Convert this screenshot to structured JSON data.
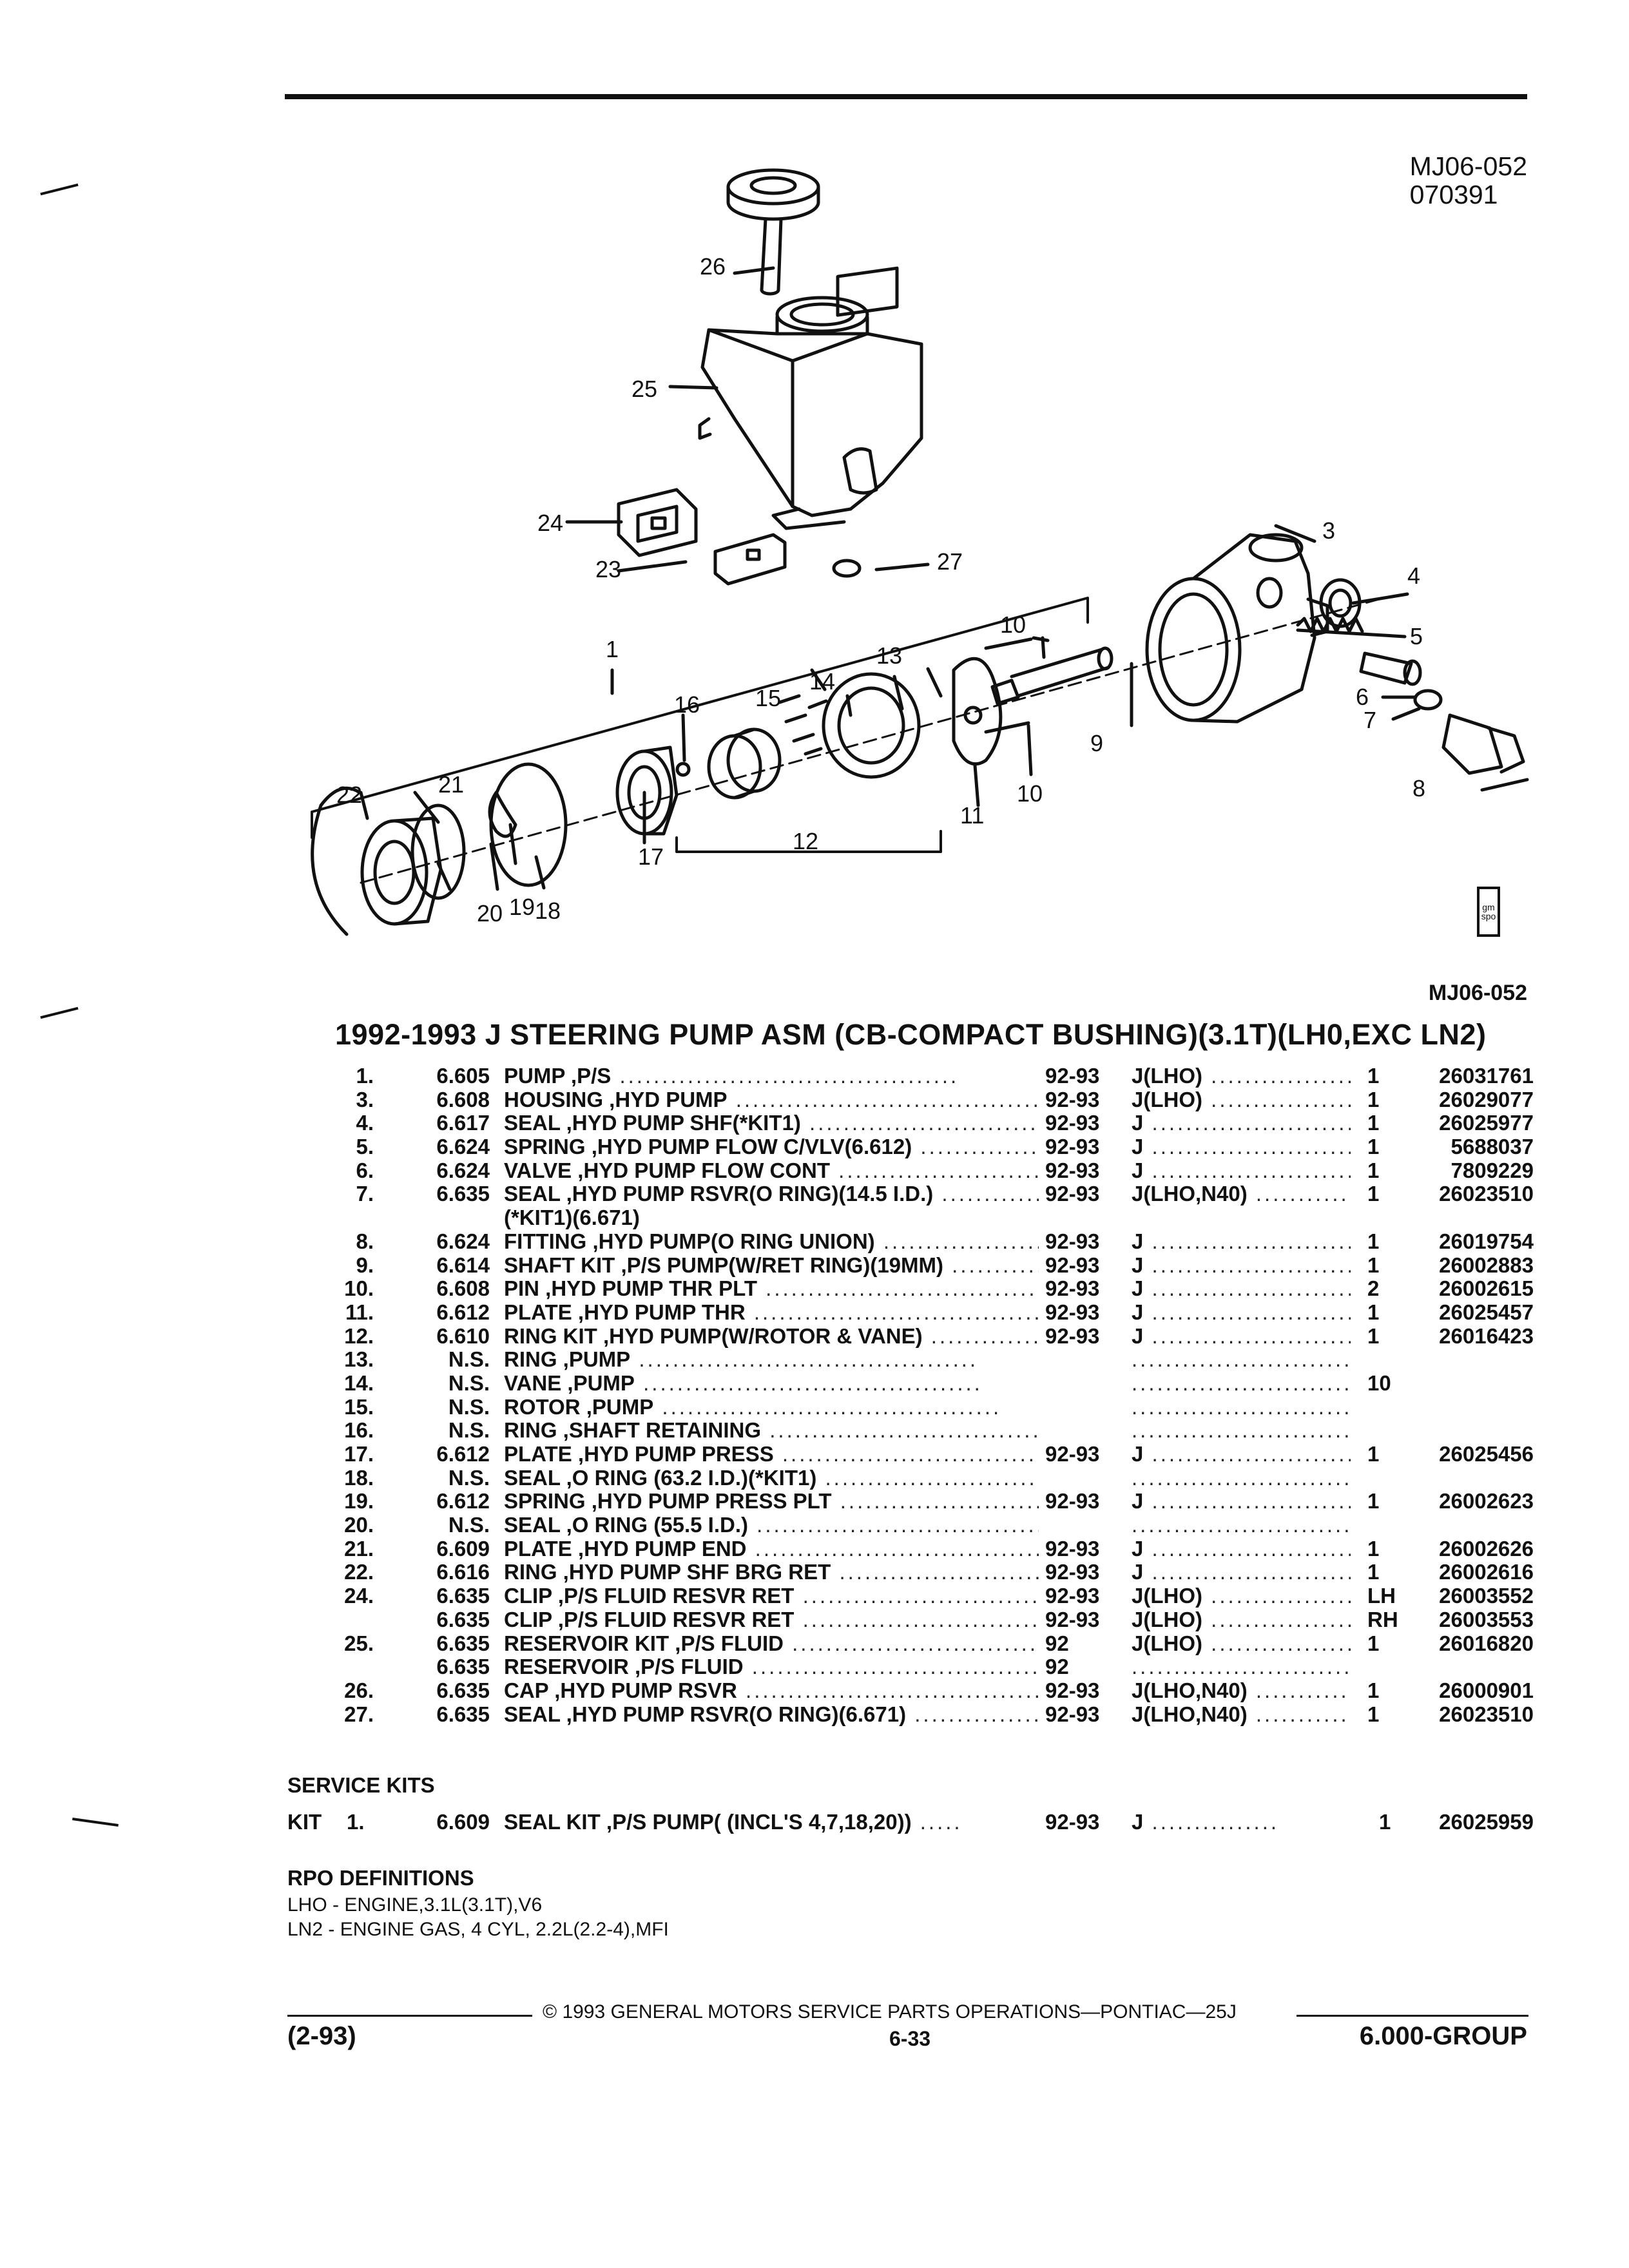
{
  "header": {
    "figure_code": "MJ06-052",
    "figure_date": "070391"
  },
  "diagram": {
    "callouts": [
      "1",
      "3",
      "4",
      "5",
      "6",
      "7",
      "8",
      "9",
      "10",
      "10",
      "11",
      "12",
      "13",
      "14",
      "15",
      "16",
      "17",
      "18",
      "19",
      "20",
      "21",
      "22",
      "23",
      "24",
      "25",
      "26",
      "27"
    ],
    "badge_text": [
      "gm",
      "spo"
    ]
  },
  "figure_ref": "MJ06-052",
  "title": "1992-1993 J STEERING PUMP ASM (CB-COMPACT BUSHING)(3.1T)(LH0,EXC LN2)",
  "parts": [
    {
      "no": "1.",
      "grp": "6.605",
      "name": "PUMP",
      ",desc": "",
      "desc": "P/S",
      "years": "92-93",
      "model": "J(LHO)",
      "qty": "1",
      "pn": "26031761"
    },
    {
      "no": "3.",
      "grp": "6.608",
      "name": "HOUSING",
      "desc": "HYD PUMP",
      "years": "92-93",
      "model": "J(LHO)",
      "qty": "1",
      "pn": "26029077"
    },
    {
      "no": "4.",
      "grp": "6.617",
      "name": "SEAL",
      "desc": "HYD PUMP SHF(*KIT1)",
      "years": "92-93",
      "model": "J",
      "qty": "1",
      "pn": "26025977"
    },
    {
      "no": "5.",
      "grp": "6.624",
      "name": "SPRING",
      "desc": "HYD PUMP FLOW C/VLV(6.612)",
      "years": "92-93",
      "model": "J",
      "qty": "1",
      "pn": "5688037"
    },
    {
      "no": "6.",
      "grp": "6.624",
      "name": "VALVE",
      "desc": "HYD PUMP FLOW CONT",
      "years": "92-93",
      "model": "J",
      "qty": "1",
      "pn": "7809229"
    },
    {
      "no": "7.",
      "grp": "6.635",
      "name": "SEAL",
      "desc": "HYD PUMP RSVR(O RING)(14.5 I.D.)",
      "years": "92-93",
      "model": "J(LHO,N40)",
      "qty": "1",
      "pn": "26023510"
    },
    {
      "no": "",
      "grp": "",
      "name": "",
      "desc": "(*KIT1)(6.671)",
      "years": "",
      "model": "",
      "qty": "",
      "pn": ""
    },
    {
      "no": "8.",
      "grp": "6.624",
      "name": "FITTING",
      "desc": "HYD PUMP(O RING UNION)",
      "years": "92-93",
      "model": "J",
      "qty": "1",
      "pn": "26019754"
    },
    {
      "no": "9.",
      "grp": "6.614",
      "name": "SHAFT KIT",
      "desc": "P/S PUMP(W/RET RING)(19MM)",
      "years": "92-93",
      "model": "J",
      "qty": "1",
      "pn": "26002883"
    },
    {
      "no": "10.",
      "grp": "6.608",
      "name": "PIN",
      "desc": "HYD PUMP THR PLT",
      "years": "92-93",
      "model": "J",
      "qty": "2",
      "pn": "26002615"
    },
    {
      "no": "11.",
      "grp": "6.612",
      "name": "PLATE",
      "desc": "HYD PUMP THR",
      "years": "92-93",
      "model": "J",
      "qty": "1",
      "pn": "26025457"
    },
    {
      "no": "12.",
      "grp": "6.610",
      "name": "RING KIT",
      "desc": "HYD PUMP(W/ROTOR & VANE)",
      "years": "92-93",
      "model": "J",
      "qty": "1",
      "pn": "26016423"
    },
    {
      "no": "13.",
      "grp": "N.S.",
      "name": "RING",
      "desc": "PUMP",
      "years": "",
      "model": "",
      "qty": "",
      "pn": ""
    },
    {
      "no": "14.",
      "grp": "N.S.",
      "name": "VANE",
      "desc": "PUMP",
      "years": "",
      "model": "",
      "qty": "10",
      "pn": ""
    },
    {
      "no": "15.",
      "grp": "N.S.",
      "name": "ROTOR",
      "desc": "PUMP",
      "years": "",
      "model": "",
      "qty": "",
      "pn": ""
    },
    {
      "no": "16.",
      "grp": "N.S.",
      "name": "RING",
      "desc": "SHAFT RETAINING",
      "years": "",
      "model": "",
      "qty": "",
      "pn": ""
    },
    {
      "no": "17.",
      "grp": "6.612",
      "name": "PLATE",
      "desc": "HYD PUMP PRESS",
      "years": "92-93",
      "model": "J",
      "qty": "1",
      "pn": "26025456"
    },
    {
      "no": "18.",
      "grp": "N.S.",
      "name": "SEAL",
      "desc": "O RING (63.2 I.D.)(*KIT1)",
      "years": "",
      "model": "",
      "qty": "",
      "pn": ""
    },
    {
      "no": "19.",
      "grp": "6.612",
      "name": "SPRING",
      "desc": "HYD PUMP PRESS PLT",
      "years": "92-93",
      "model": "J",
      "qty": "1",
      "pn": "26002623"
    },
    {
      "no": "20.",
      "grp": "N.S.",
      "name": "SEAL",
      "desc": "O RING (55.5 I.D.)",
      "years": "",
      "model": "",
      "qty": "",
      "pn": ""
    },
    {
      "no": "21.",
      "grp": "6.609",
      "name": "PLATE",
      "desc": "HYD PUMP END",
      "years": "92-93",
      "model": "J",
      "qty": "1",
      "pn": "26002626"
    },
    {
      "no": "22.",
      "grp": "6.616",
      "name": "RING",
      "desc": "HYD PUMP SHF BRG RET",
      "years": "92-93",
      "model": "J",
      "qty": "1",
      "pn": "26002616"
    },
    {
      "no": "24.",
      "grp": "6.635",
      "name": "CLIP",
      "desc": "P/S FLUID RESVR RET",
      "years": "92-93",
      "model": "J(LHO)",
      "qty": "LH",
      "pn": "26003552"
    },
    {
      "no": "",
      "grp": "6.635",
      "name": "CLIP",
      "desc": "P/S FLUID RESVR RET",
      "years": "92-93",
      "model": "J(LHO)",
      "qty": "RH",
      "pn": "26003553"
    },
    {
      "no": "25.",
      "grp": "6.635",
      "name": "RESERVOIR KIT",
      "desc": "P/S FLUID",
      "years": "92",
      "model": "J(LHO)",
      "qty": "1",
      "pn": "26016820"
    },
    {
      "no": "",
      "grp": "6.635",
      "name": "RESERVOIR",
      "desc": "P/S FLUID",
      "years": "92",
      "model": "",
      "qty": "",
      "pn": ""
    },
    {
      "no": "26.",
      "grp": "6.635",
      "name": "CAP",
      "desc": "HYD PUMP RSVR",
      "years": "92-93",
      "model": "J(LHO,N40)",
      "qty": "1",
      "pn": "26000901"
    },
    {
      "no": "27.",
      "grp": "6.635",
      "name": "SEAL",
      "desc": "HYD PUMP RSVR(O RING)(6.671)",
      "years": "92-93",
      "model": "J(LHO,N40)",
      "qty": "1",
      "pn": "26023510"
    }
  ],
  "service_kits": {
    "heading": "SERVICE KITS",
    "kit": {
      "label": "KIT",
      "no": "1.",
      "grp": "6.609",
      "name": "SEAL KIT",
      "desc": "P/S PUMP( (INCL'S 4,7,18,20))",
      "years": "92-93",
      "model": "J",
      "qty": "1",
      "pn": "26025959"
    }
  },
  "rpo": {
    "heading": "RPO DEFINITIONS",
    "lines": [
      "LHO - ENGINE,3.1L(3.1T),V6",
      "LN2 - ENGINE GAS, 4 CYL, 2.2L(2.2-4),MFI"
    ]
  },
  "footer": {
    "copyright": "© 1993 GENERAL MOTORS SERVICE PARTS OPERATIONS—PONTIAC—25J",
    "left": "(2-93)",
    "center": "6-33",
    "right": "6.000-GROUP"
  }
}
